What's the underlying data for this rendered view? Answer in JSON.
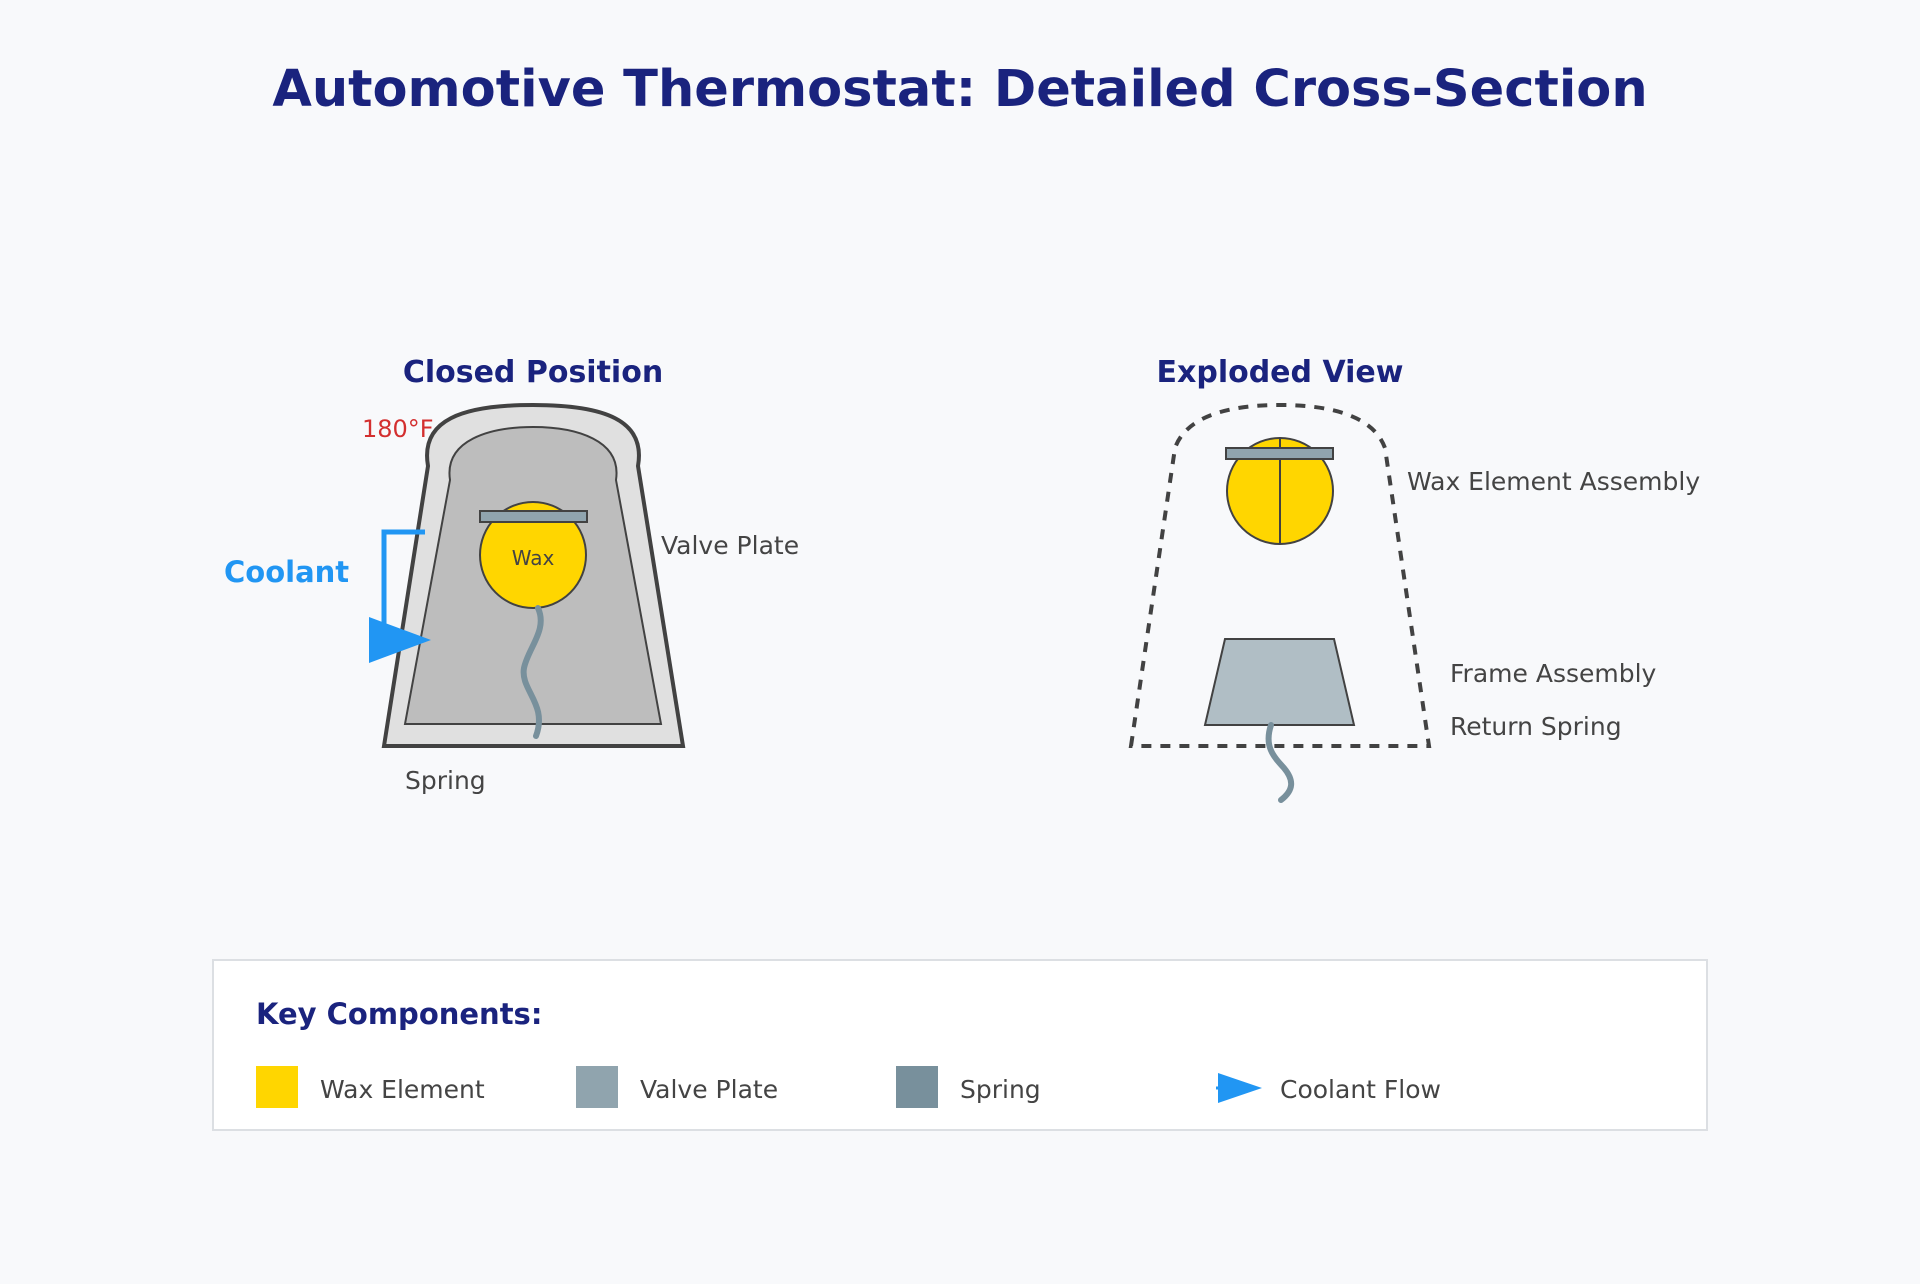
{
  "title": "Automotive Thermostat: Detailed Cross-Section",
  "colors": {
    "background": "#f8f9fb",
    "heading": "#1a237e",
    "label": "#444444",
    "temperature": "#d32f2f",
    "coolant": "#2196f3",
    "wax": "#ffd600",
    "valve_plate": "#90a4ae",
    "spring": "#78909c",
    "frame": "#b0bec5",
    "housing_outer": "#e0e0e0",
    "housing_inner": "#bdbdbd",
    "outline": "#424242"
  },
  "closed_view": {
    "heading": "Closed Position",
    "temperature": "180°F",
    "coolant_label": "Coolant",
    "wax_label": "Wax",
    "valve_plate_label": "Valve Plate",
    "spring_label": "Spring"
  },
  "exploded_view": {
    "heading": "Exploded View",
    "wax_assembly_label": "Wax Element Assembly",
    "frame_assembly_label": "Frame Assembly",
    "return_spring_label": "Return Spring"
  },
  "legend": {
    "heading": "Key Components:",
    "items": [
      {
        "label": "Wax Element",
        "swatch": "square",
        "color": "#ffd600",
        "icon": "wax-swatch"
      },
      {
        "label": "Valve Plate",
        "swatch": "square",
        "color": "#90a4ae",
        "icon": "valve-plate-swatch"
      },
      {
        "label": "Spring",
        "swatch": "square",
        "color": "#78909c",
        "icon": "spring-swatch"
      },
      {
        "label": "Coolant Flow",
        "swatch": "arrow",
        "color": "#2196f3",
        "icon": "coolant-arrow-icon"
      }
    ]
  }
}
